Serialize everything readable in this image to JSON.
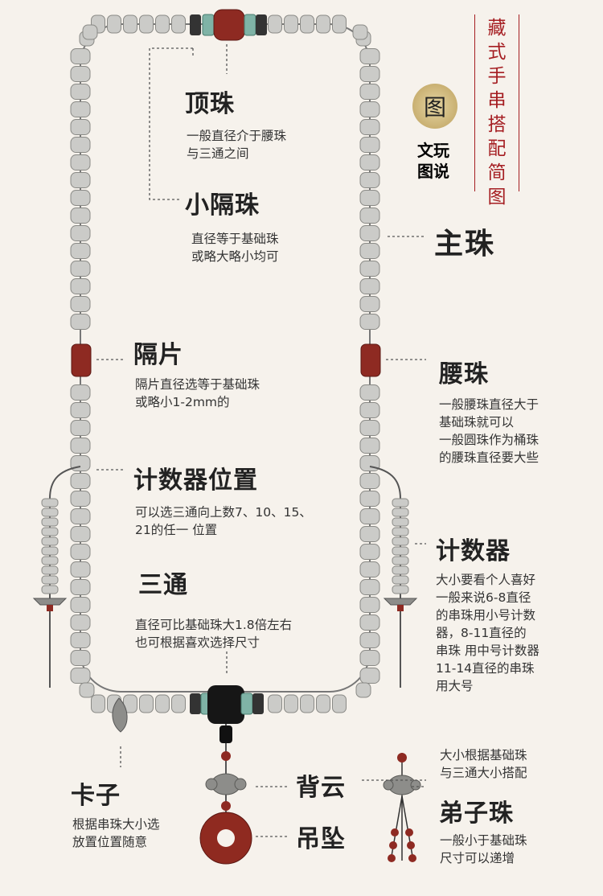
{
  "title": "藏式手串搭配简图",
  "brand": {
    "line1": "文玩",
    "line2": "图说",
    "seal_char": "图"
  },
  "labels": {
    "dingzhu": {
      "name": "顶珠",
      "desc": "一般直径介于腰珠\n与三通之间"
    },
    "xiaogezhu": {
      "name": "小隔珠",
      "desc": "直径等于基础珠\n或略大略小均可"
    },
    "zhuzhu": {
      "name": "主珠"
    },
    "gepian": {
      "name": "隔片",
      "desc": "隔片直径选等于基础珠\n或略小1-2mm的"
    },
    "yaozhu": {
      "name": "腰珠",
      "desc": "一般腰珠直径大于\n基础珠就可以\n一般圆珠作为桶珠\n的腰珠直径要大些"
    },
    "jishuqi_pos": {
      "name": "计数器位置",
      "desc": "可以选三通向上数7、10、15、\n21的任一 位置"
    },
    "jishuqi": {
      "name": "计数器",
      "desc": "大小要看个人喜好\n一般来说6-8直径\n的串珠用小号计数\n器，8-11直径的\n串珠 用中号计数器\n11-14直径的串珠\n用大号"
    },
    "santong": {
      "name": "三通",
      "desc": "直径可比基础珠大1.8倍左右\n也可根据喜欢选择尺寸"
    },
    "kazi": {
      "name": "卡子",
      "desc": "根据串珠大小选\n放置位置随意"
    },
    "beiyun": {
      "name": "背云"
    },
    "diaozhui": {
      "name": "吊坠"
    },
    "dizizhu": {
      "name": "弟子珠",
      "desc": "一般小于基础珠\n尺寸可以递增"
    },
    "dizizhu_note": {
      "desc": "大小根据基础珠\n与三通大小搭配"
    }
  },
  "colors": {
    "bead": "#cbcbc8",
    "bead_stroke": "#8a8a86",
    "red": "#8e2a22",
    "turquoise": "#7fb3a6",
    "santong": "#161616",
    "title_red": "#a51e22"
  }
}
